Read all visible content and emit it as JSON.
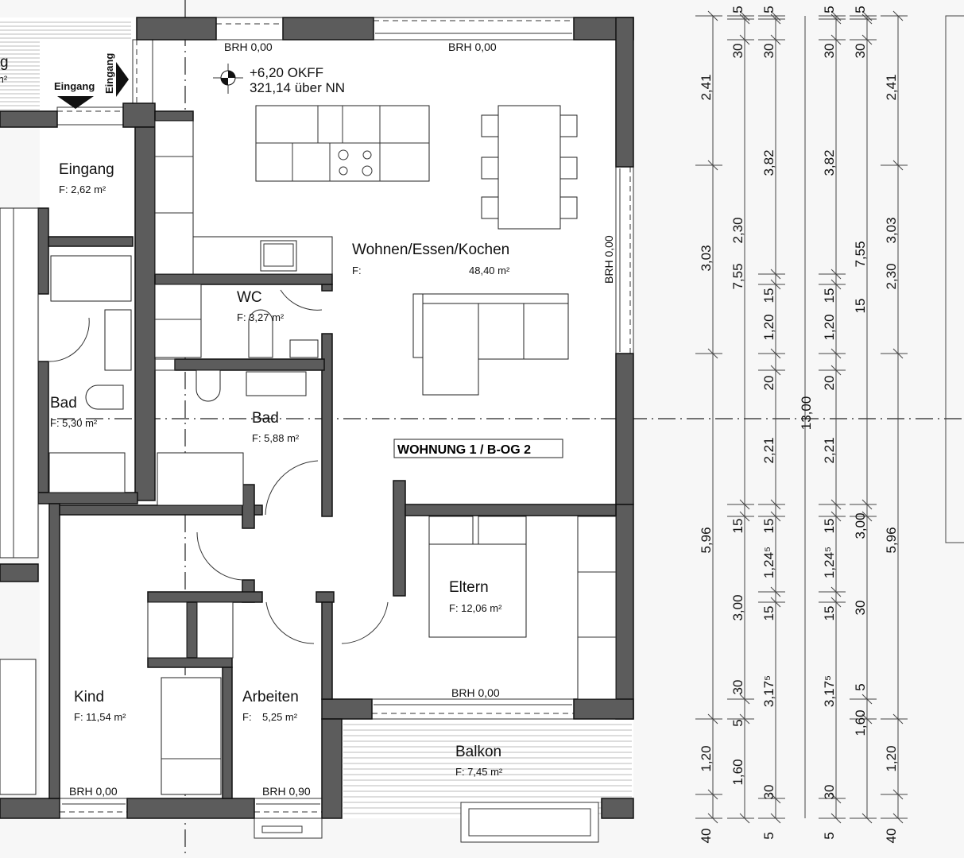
{
  "plan": {
    "title": "WOHNUNG 1 / B-OG 2",
    "level": {
      "okff": "+6,20 OKFF",
      "nn": "321,14 über NN",
      "icon": "level-marker-icon"
    },
    "rooms": [
      {
        "name": "Wohnen/Essen/Kochen",
        "area_prefix": "F:",
        "area": "48,40 m²"
      },
      {
        "name": "Eingang",
        "area": "F: 2,62 m²"
      },
      {
        "name": "WC",
        "area": "F: 3,27 m²"
      },
      {
        "name": "Bad",
        "area": "F: 5,88 m²"
      },
      {
        "name": "Bad",
        "area": "F: 5,30 m²"
      },
      {
        "name": "Eltern",
        "area": "F: 12,06 m²"
      },
      {
        "name": "Kind",
        "area": "F: 11,54 m²"
      },
      {
        "name": "Arbeiten",
        "area_prefix": "F:",
        "area": "5,25 m²"
      },
      {
        "name": "Balkon",
        "area": "F: 7,45 m²"
      }
    ],
    "neighbor": {
      "entrance_1": "Eingang",
      "entrance_2": "Eingang",
      "partial_label": "g",
      "partial_area": "m²"
    },
    "windows": {
      "top_left": "BRH 0,00",
      "top_right": "BRH 0,00",
      "right": "BRH 0,00",
      "eltern": "BRH 0,00",
      "kind": "BRH 0,00",
      "arbeiten": "BRH 0,90"
    }
  },
  "dimensions": {
    "col1": [
      "2,41",
      "3,03",
      "5,96",
      "1,20",
      "40"
    ],
    "col2": [
      "5",
      "30",
      "2,30",
      "7,55",
      "15",
      "3,00",
      "30",
      "5",
      "1,60"
    ],
    "col3": [
      "5",
      "30",
      "3,82",
      "15",
      "1,20",
      "20",
      "2,21",
      "15",
      "1,24⁵",
      "15",
      "3,17⁵",
      "30",
      "5"
    ],
    "total": "13,00",
    "col4": [
      "5",
      "30",
      "3,82",
      "15",
      "1,20",
      "20",
      "2,21",
      "15",
      "1,24⁵",
      "15",
      "3,17⁵",
      "30",
      "5"
    ],
    "col5": [
      "5",
      "30",
      "7,55",
      "15",
      "3,00",
      "30",
      "5",
      "1,60"
    ],
    "col6": [
      "2,41",
      "3,03",
      "2,30",
      "5,96",
      "1,20",
      "40"
    ]
  }
}
